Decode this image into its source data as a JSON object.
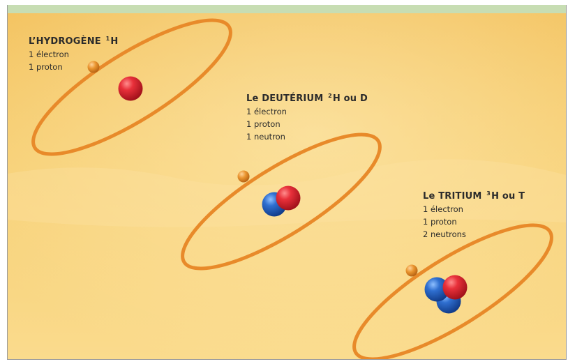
{
  "atoms": [
    {
      "id": "hydrogen",
      "name_prefix": "L’HYDROGÈNE",
      "mass_number": "1",
      "name_suffix": "H",
      "lines": [
        "1 électron",
        "1 proton"
      ]
    },
    {
      "id": "deuterium",
      "name_prefix": "Le DEUTÉRIUM",
      "mass_number": "2",
      "name_suffix": "H ou D",
      "lines": [
        "1 électron",
        "1 proton",
        "1 neutron"
      ]
    },
    {
      "id": "tritium",
      "name_prefix": "Le TRITIUM",
      "mass_number": "3",
      "name_suffix": "H ou T",
      "lines": [
        "1 électron",
        "1 proton",
        "2 neutrons"
      ]
    }
  ],
  "colors": {
    "background": "#f6cd6e",
    "orbit": "#e88a2a",
    "electron": "#e8952e",
    "proton": "#d9232e",
    "neutron": "#2a62b8",
    "top_strip": "#c7ddb3"
  }
}
